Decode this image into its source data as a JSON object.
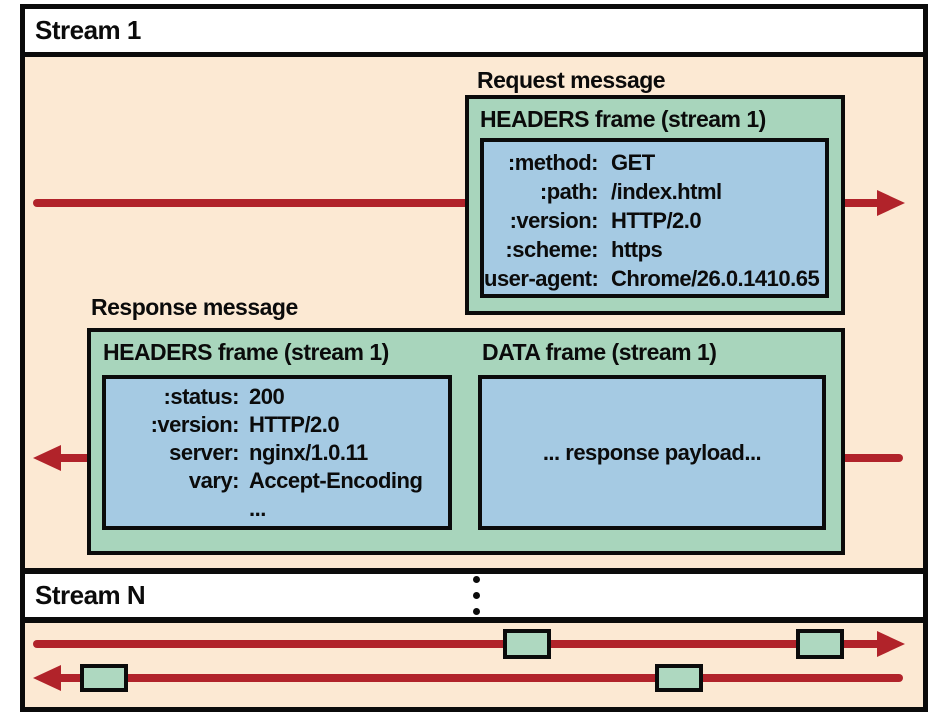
{
  "colors": {
    "stream_background_peach": "#fce9d3",
    "frame_green": "#a8d5bc",
    "payload_blue": "#a5cae3",
    "arrow_red": "#b1232a",
    "border_black": "#0b0b0b"
  },
  "stream1": {
    "label": "Stream 1",
    "request": {
      "message_label": "Request message",
      "frame_title": "HEADERS frame (stream 1)",
      "headers": [
        {
          "key": ":method:",
          "value": "GET"
        },
        {
          "key": ":path:",
          "value": "/index.html"
        },
        {
          "key": ":version:",
          "value": "HTTP/2.0"
        },
        {
          "key": ":scheme:",
          "value": "https"
        },
        {
          "key": "user-agent:",
          "value": "Chrome/26.0.1410.65"
        }
      ]
    },
    "response": {
      "message_label": "Response message",
      "headers_frame_title": "HEADERS frame (stream 1)",
      "data_frame_title": "DATA frame (stream 1)",
      "headers": [
        {
          "key": ":status:",
          "value": "200"
        },
        {
          "key": ":version:",
          "value": "HTTP/2.0"
        },
        {
          "key": "server:",
          "value": "nginx/1.0.11"
        },
        {
          "key": "vary:",
          "value": "Accept-Encoding"
        },
        {
          "key": "",
          "value": "..."
        }
      ],
      "payload_text": "... response payload..."
    }
  },
  "streamN": {
    "label": "Stream N",
    "ellipsis_icon": "⋮"
  }
}
